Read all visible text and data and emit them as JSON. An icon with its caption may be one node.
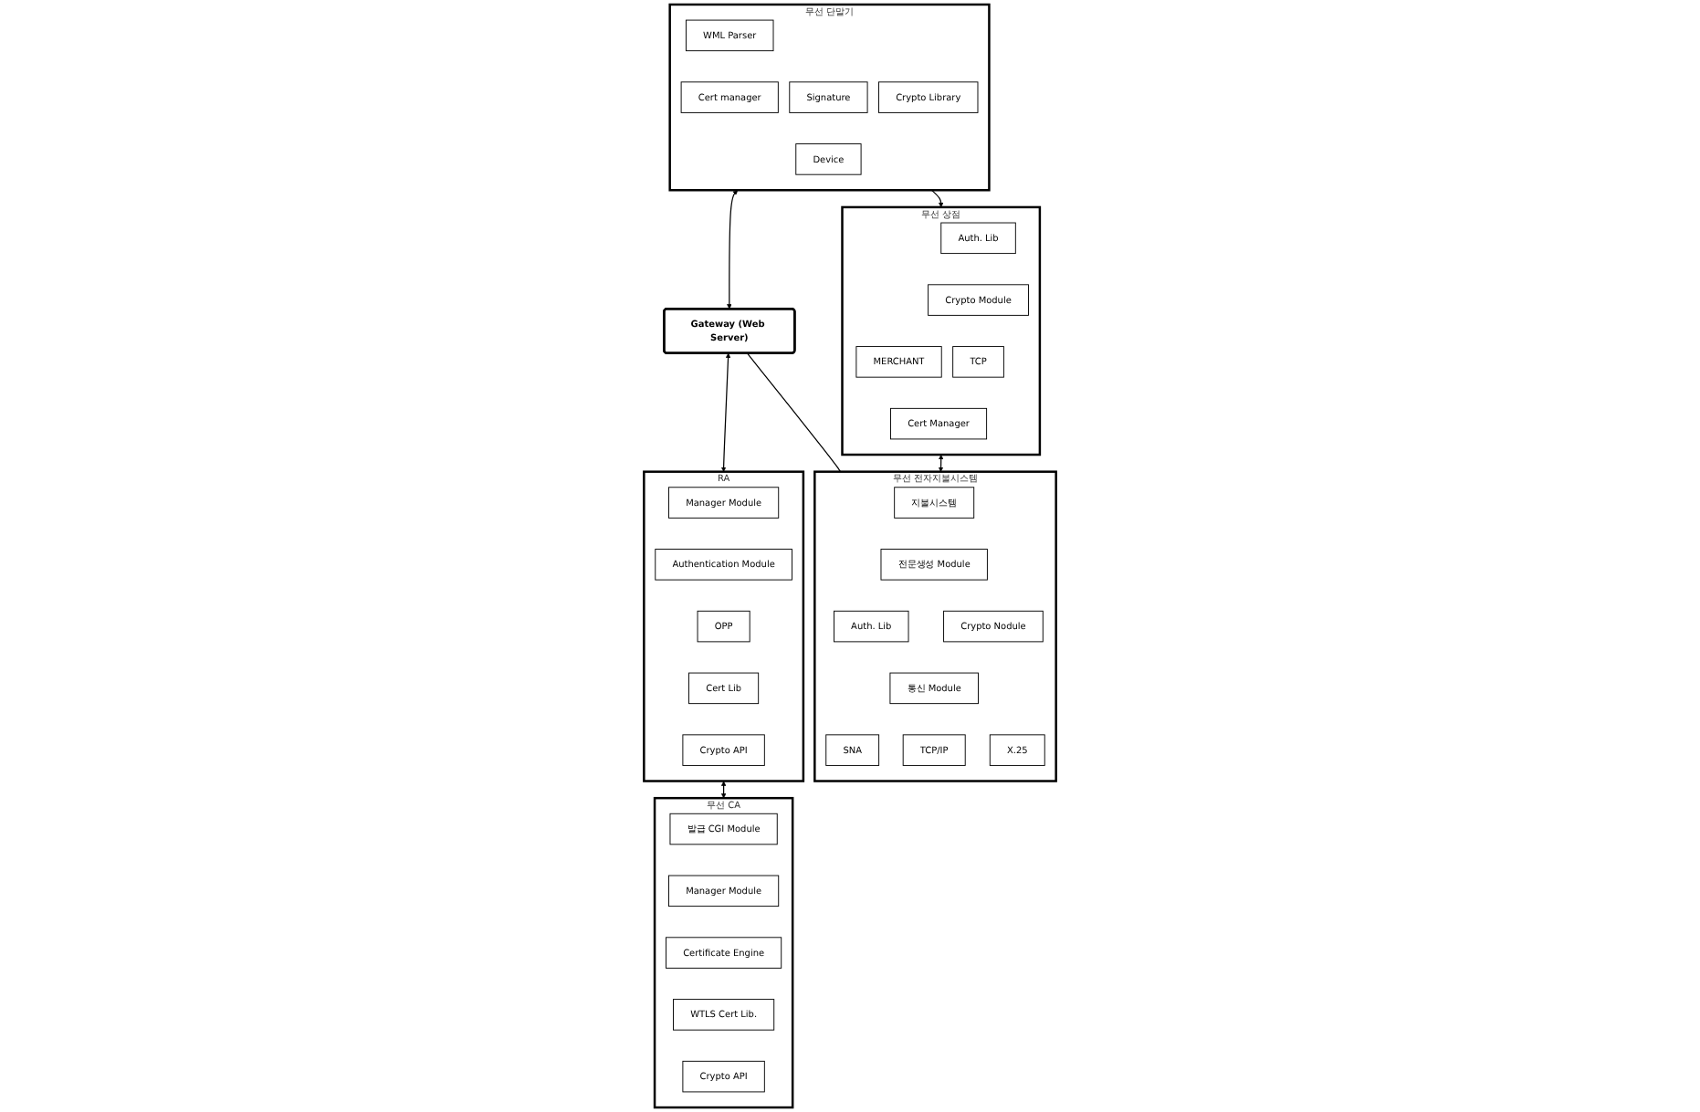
{
  "diagram": {
    "nodes": [
      {
        "text": [
          "무선 단말기"
        ]
      },
      {
        "text": [
          "WML Parser"
        ],
        "in": 0
      },
      {
        "text": [
          "Cert manager"
        ],
        "in": 0
      },
      {
        "text": [
          "Signature"
        ],
        "in": 0
      },
      {
        "text": [
          "Crypto Library"
        ],
        "in": 0
      },
      {
        "text": [
          "Device"
        ],
        "in": 0
      },
      {
        "text": [
          "Gateway (Web Server)"
        ]
      },
      {
        "text": [
          "RA"
        ]
      },
      {
        "text": [
          "Manager Module"
        ],
        "in": 7
      },
      {
        "text": [
          "Authentication Module"
        ],
        "in": 7
      },
      {
        "text": [
          "OPP"
        ],
        "in": 7
      },
      {
        "text": [
          "Cert Lib"
        ],
        "in": 7
      },
      {
        "text": [
          "Crypto API"
        ],
        "in": 7
      },
      {
        "text": [
          "무선 상점"
        ]
      },
      {
        "text": [
          "MERCHANT"
        ],
        "in": 13
      },
      {
        "text": [
          "Auth. Lib"
        ],
        "in": 13
      },
      {
        "text": [
          "Crypto Module"
        ],
        "in": 13
      },
      {
        "text": [
          "TCP"
        ],
        "in": 13
      },
      {
        "text": [
          "Cert Manager"
        ],
        "in": 13
      },
      {
        "text": [
          "무선 전자지불시스템"
        ]
      },
      {
        "text": [
          "지불시스템"
        ],
        "in": 19
      },
      {
        "text": [
          "전문생성 Module"
        ],
        "in": 19
      },
      {
        "text": [
          "Auth. Lib"
        ],
        "in": 19
      },
      {
        "text": [
          "Crypto Nodule"
        ],
        "in": 19
      },
      {
        "text": [
          "통신 Module"
        ],
        "in": 19
      },
      {
        "text": [
          "SNA"
        ],
        "in": 19
      },
      {
        "text": [
          "TCP/IP"
        ],
        "in": 19
      },
      {
        "text": [
          "X.25"
        ],
        "in": 19
      },
      {
        "text": [
          "무선 CA"
        ]
      },
      {
        "text": [
          "발급 CGI Module"
        ],
        "in": 28
      },
      {
        "text": [
          "Manager Module"
        ],
        "in": 28
      },
      {
        "text": [
          "Certificate Engine"
        ],
        "in": 28
      },
      {
        "text": [
          "WTLS Cert Lib."
        ],
        "in": 28
      },
      {
        "text": [
          "Crypto API"
        ],
        "in": 28
      }
    ],
    "edges": [
      {
        "from": 0,
        "to": 6,
        "arrow": "both"
      },
      {
        "from": 6,
        "to": 7,
        "arrow": "both"
      },
      {
        "from": 6,
        "to": 19,
        "arrow": "none"
      },
      {
        "from": 0,
        "to": 13,
        "arrow": "to"
      },
      {
        "from": 13,
        "to": 19,
        "arrow": "both"
      },
      {
        "from": 7,
        "to": 28,
        "arrow": "both"
      }
    ]
  }
}
